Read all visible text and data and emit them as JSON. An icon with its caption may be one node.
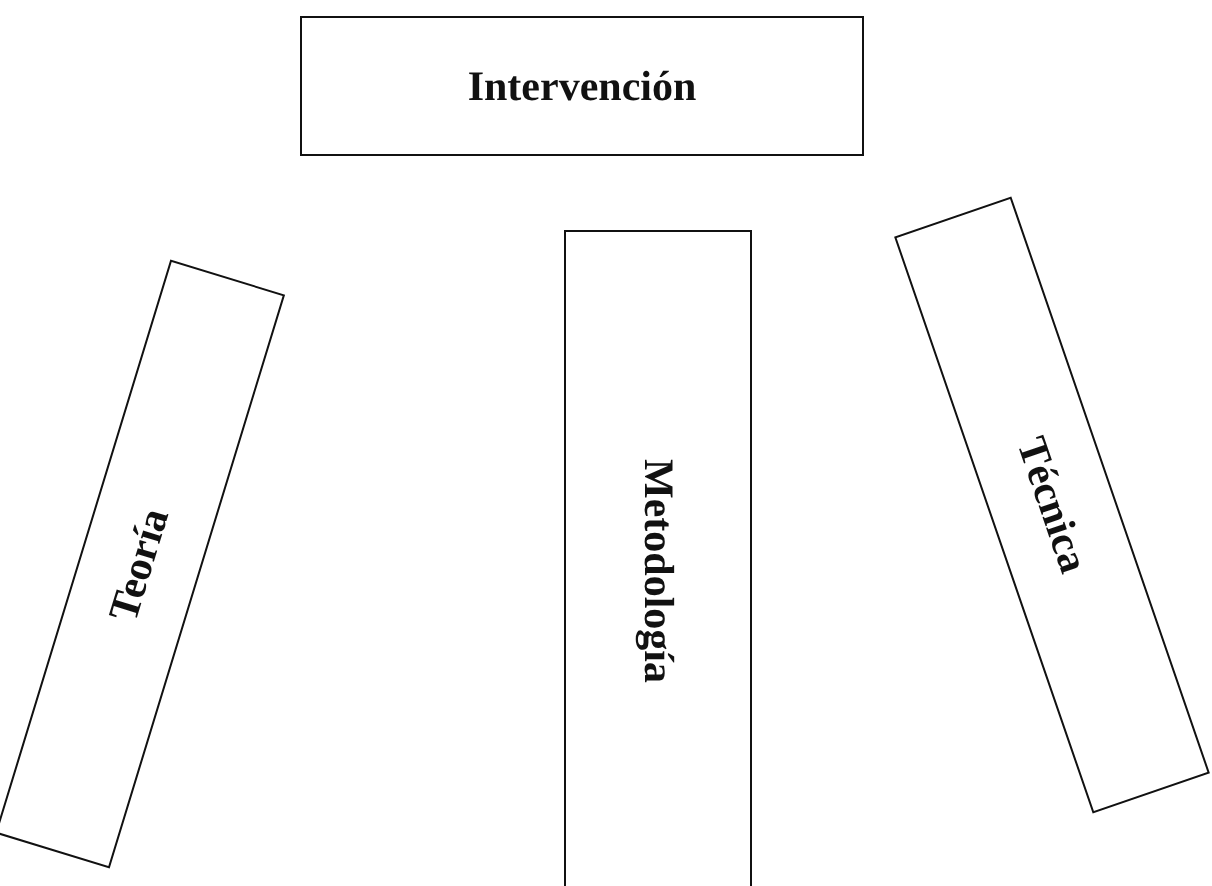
{
  "diagram": {
    "nodes": [
      {
        "text": [
          "Intervención"
        ]
      },
      {
        "text": [
          "Teoría"
        ]
      },
      {
        "text": [
          "Metodología"
        ]
      },
      {
        "text": [
          "Técnica"
        ]
      }
    ]
  }
}
